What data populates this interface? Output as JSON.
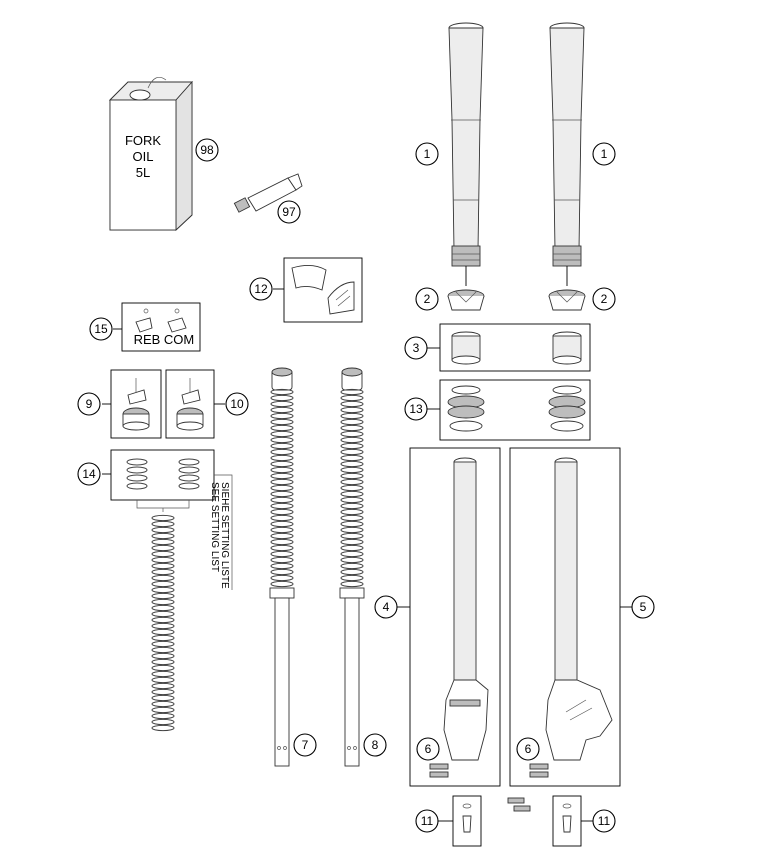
{
  "callouts": [
    "1",
    "2",
    "3",
    "4",
    "5",
    "6",
    "7",
    "8",
    "9",
    "10",
    "11",
    "12",
    "13",
    "14",
    "15",
    "97",
    "98"
  ],
  "oil_can_label": [
    "FORK",
    "OIL",
    "5L"
  ],
  "adjuster_labels": {
    "rebound": "REB",
    "compression": "COM"
  },
  "setting_note": {
    "line1": "SIEHE SETTING LISTE",
    "line2": "SEE SETTING LIST"
  }
}
